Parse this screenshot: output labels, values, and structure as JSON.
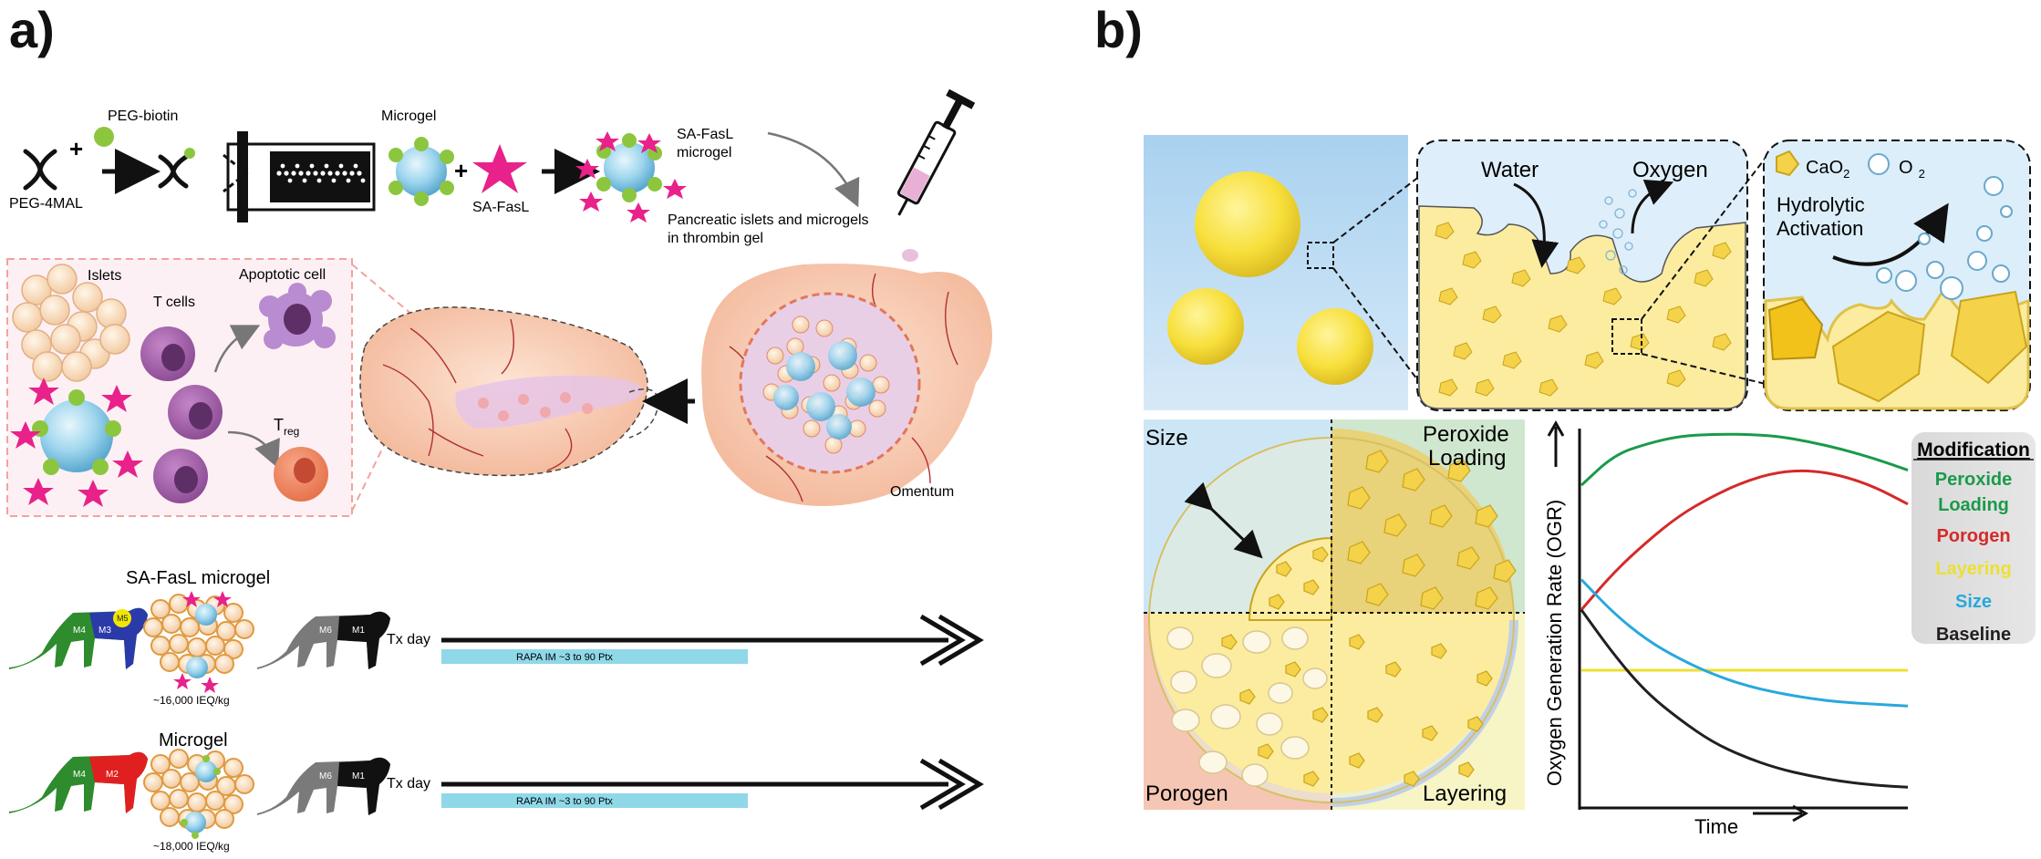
{
  "panel_a": {
    "label": "a)",
    "synthesis": {
      "peg_4mal": "PEG-4MAL",
      "peg_biotin": "PEG-biotin",
      "microgel": "Microgel",
      "sa_fasl": "SA-FasL",
      "sa_fasl_microgel_line1": "SA-FasL",
      "sa_fasl_microgel_line2": "microgel"
    },
    "transplant": {
      "thrombin_line1": "Pancreatic islets and microgels",
      "thrombin_line2": "in thrombin gel",
      "omentum": "Omentum"
    },
    "inset": {
      "islets": "Islets",
      "t_cells": "T cells",
      "apoptotic_cell": "Apoptotic cell",
      "treg_main": "T",
      "treg_sub": "reg"
    },
    "groups": [
      {
        "title": "SA-FasL microgel",
        "ieq": "~16,000 IEQ/kg",
        "recipient_tags": [
          "M4",
          "M3",
          "M5"
        ],
        "donor_tags": [
          "M6",
          "M1"
        ],
        "tx_day": "Tx day",
        "rapa": "RAPA IM  ~3 to 90 Ptx"
      },
      {
        "title": "Microgel",
        "ieq": "~18,000 IEQ/kg",
        "recipient_tags": [
          "M4",
          "M2"
        ],
        "donor_tags": [
          "M6",
          "M1"
        ],
        "tx_day": "Tx day",
        "rapa": "RAPA IM  ~3 to 90 Ptx"
      }
    ],
    "colors": {
      "monkey_green": "#2e8b2e",
      "monkey_blue": "#2a3aa8",
      "monkey_red": "#e02020",
      "monkey_yellow": "#f2e600",
      "rapa_bar": "#8fd8e8",
      "fasl_pink": "#e8228a",
      "biotin_green": "#8cc63f"
    }
  },
  "panel_b": {
    "label": "b)",
    "mechanism": {
      "water": "Water",
      "oxygen": "Oxygen",
      "cao2": "CaO",
      "cao2_sub": "2",
      "o2": "O",
      "o2_sub": "2",
      "hydrolytic_line1": "Hydrolytic",
      "hydrolytic_line2": "Activation"
    },
    "quadrants": {
      "size": "Size",
      "peroxide_line1": "Peroxide",
      "peroxide_line2": "Loading",
      "porogen": "Porogen",
      "layering": "Layering"
    },
    "chart": {
      "ylabel": "Oxygen Generation Rate (OGR)",
      "xlabel": "Time"
    },
    "legend": {
      "title": "Modification",
      "entries": [
        {
          "label_line1": "Peroxide",
          "label_line2": "Loading",
          "color": "#1a9a4a"
        },
        {
          "label_line1": "Porogen",
          "label_line2": "",
          "color": "#d42a2a"
        },
        {
          "label_line1": "Layering",
          "label_line2": "",
          "color": "#ece034"
        },
        {
          "label_line1": "Size",
          "label_line2": "",
          "color": "#28a8dc"
        },
        {
          "label_line1": "Baseline",
          "label_line2": "",
          "color": "#231f20"
        }
      ]
    }
  },
  "chart_data": {
    "type": "line",
    "title": "",
    "xlabel": "Time",
    "ylabel": "Oxygen Generation Rate (OGR)",
    "x": [
      0,
      0.1,
      0.2,
      0.3,
      0.4,
      0.5,
      0.6,
      0.7,
      0.8,
      0.9,
      1.0
    ],
    "ylim": [
      0,
      1
    ],
    "xlim": [
      0,
      1
    ],
    "grid": false,
    "legend_position": "right",
    "series": [
      {
        "name": "Peroxide Loading",
        "color": "#1a9a4a",
        "values": [
          0.85,
          0.93,
          0.96,
          0.98,
          0.985,
          0.985,
          0.98,
          0.965,
          0.945,
          0.92,
          0.89
        ]
      },
      {
        "name": "Porogen",
        "color": "#d42a2a",
        "values": [
          0.52,
          0.62,
          0.7,
          0.77,
          0.82,
          0.86,
          0.885,
          0.89,
          0.875,
          0.845,
          0.8
        ]
      },
      {
        "name": "Layering",
        "color": "#ece034",
        "values": [
          0.36,
          0.36,
          0.36,
          0.36,
          0.36,
          0.36,
          0.36,
          0.36,
          0.36,
          0.36,
          0.36
        ]
      },
      {
        "name": "Size",
        "color": "#28a8dc",
        "values": [
          0.6,
          0.51,
          0.44,
          0.39,
          0.35,
          0.32,
          0.3,
          0.285,
          0.275,
          0.27,
          0.265
        ]
      },
      {
        "name": "Baseline",
        "color": "#231f20",
        "values": [
          0.52,
          0.4,
          0.3,
          0.23,
          0.17,
          0.13,
          0.1,
          0.08,
          0.065,
          0.055,
          0.05
        ]
      }
    ]
  }
}
